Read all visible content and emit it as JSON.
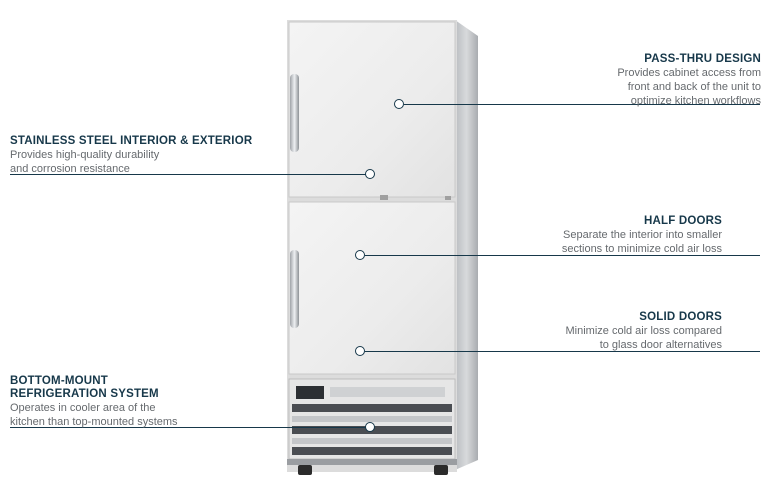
{
  "callouts": {
    "pass_thru": {
      "title": "PASS-THRU DESIGN",
      "lines": [
        "Provides cabinet access from",
        "front and back of the unit to",
        "optimize kitchen workflows"
      ]
    },
    "stainless": {
      "title": "STAINLESS STEEL INTERIOR & EXTERIOR",
      "lines": [
        "Provides high-quality durability",
        "and corrosion resistance"
      ]
    },
    "half_doors": {
      "title": "HALF DOORS",
      "lines": [
        "Separate the interior into smaller",
        "sections to minimize cold air loss"
      ]
    },
    "solid_doors": {
      "title": "SOLID DOORS",
      "lines": [
        "Minimize cold air loss compared",
        "to glass door alternatives"
      ]
    },
    "bottom_mount": {
      "title_lines": [
        "BOTTOM-MOUNT",
        "REFRIGERATION SYSTEM"
      ],
      "lines": [
        "Operates in cooler area of the",
        "kitchen than top-mounted systems"
      ]
    }
  },
  "colors": {
    "accent": "#17384a",
    "description": "#666a6e",
    "cabinet": "#eeeeee"
  }
}
